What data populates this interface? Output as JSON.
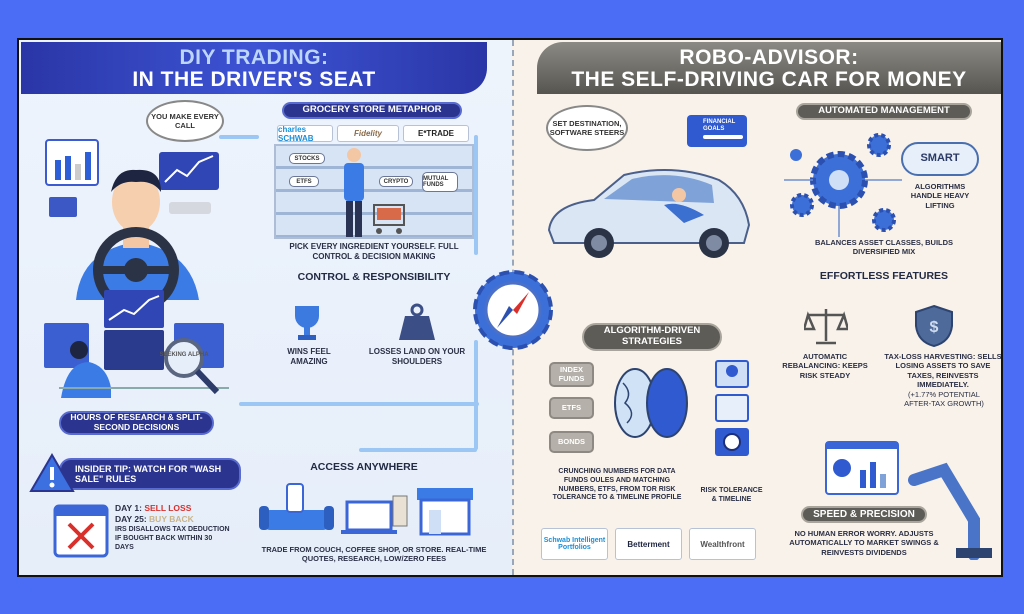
{
  "left": {
    "title_line1": "DIY TRADING:",
    "title_line2": "IN THE DRIVER'S SEAT",
    "thought": "YOU MAKE EVERY CALL",
    "grocery": {
      "label": "GROCERY STORE METAPHOR",
      "brands": [
        "charles SCHWAB",
        "Fidelity",
        "E*TRADE"
      ],
      "shelf_tags": [
        "STOCKS",
        "ETFs",
        "CRYPTO",
        "MUTUAL FUNDS"
      ],
      "caption": "PICK EVERY INGREDIENT YOURSELF. FULL CONTROL & DECISION MAKING"
    },
    "control": {
      "title": "CONTROL & RESPONSIBILITY",
      "wins": "WINS FEEL AMAZING",
      "losses": "LOSSES LAND ON YOUR SHOULDERS"
    },
    "research": {
      "magnifier": "Seeking Alpha",
      "caption": "HOURS OF RESEARCH & SPLIT-SECOND DECISIONS"
    },
    "tip": {
      "title": "INSIDER TIP: WATCH FOR \"WASH SALE\" RULES",
      "day1_label": "DAY 1:",
      "day1_value": "SELL LOSS",
      "day25_label": "DAY 25:",
      "day25_value": "BUY BACK",
      "note": "IRS DISALLOWS TAX DEDUCTION IF BOUGHT BACK WITHIN 30 DAYS"
    },
    "access": {
      "title": "ACCESS ANYWHERE",
      "caption": "TRADE FROM COUCH, COFFEE SHOP, OR STORE. REAL-TIME QUOTES, RESEARCH, LOW/ZERO FEES"
    }
  },
  "right": {
    "title_line1": "ROBO-ADVISOR:",
    "title_line2": "THE SELF-DRIVING CAR FOR MONEY",
    "thought": "SET DESTINATION, SOFTWARE STEERS",
    "goal_card": "FINANCIAL GOALS",
    "automated": {
      "label": "AUTOMATED MANAGEMENT",
      "cloud": "SMART",
      "cloud_caption": "ALGORITHMS HANDLE HEAVY LIFTING",
      "caption": "BALANCES ASSET CLASSES, BUILDS DIVERSIFIED MIX"
    },
    "features": {
      "title": "EFFORTLESS FEATURES",
      "rebalancing": "AUTOMATIC REBALANCING: KEEPS RISK STEADY",
      "tlh": "TAX-LOSS HARVESTING: SELLS LOSING ASSETS TO SAVE TAXES, REINVESTS IMMEDIATELY.",
      "tlh_note": "(+1.77% POTENTIAL AFTER-TAX GROWTH)"
    },
    "algo": {
      "label": "ALGORITHM-DRIVEN STRATEGIES",
      "inputs": [
        "INDEX FUNDS",
        "ETFs",
        "BONDS"
      ],
      "caption": "CRUNCHING NUMBERS FOR DATA FUNDS OULES AND MATCHING NUMBERS, ETFs, FROM TOR RISK TOLERANCE TO & TIMELINE PROFILE",
      "risk_caption": "RISK TOLERANCE & TIMELINE",
      "brands": [
        "Schwab Intelligent Portfolios",
        "Betterment",
        "Wealthfront"
      ]
    },
    "speed": {
      "label": "SPEED & PRECISION",
      "caption": "NO HUMAN ERROR WORRY. ADJUSTS AUTOMATICALLY TO MARKET SWINGS & REINVESTS DIVIDENDS"
    }
  },
  "colors": {
    "background": "#4b6cf4",
    "diy_accent": "#2b3590",
    "robo_accent": "#5e5c57",
    "loss": "#d9302c",
    "buy": "#c9b48a"
  }
}
